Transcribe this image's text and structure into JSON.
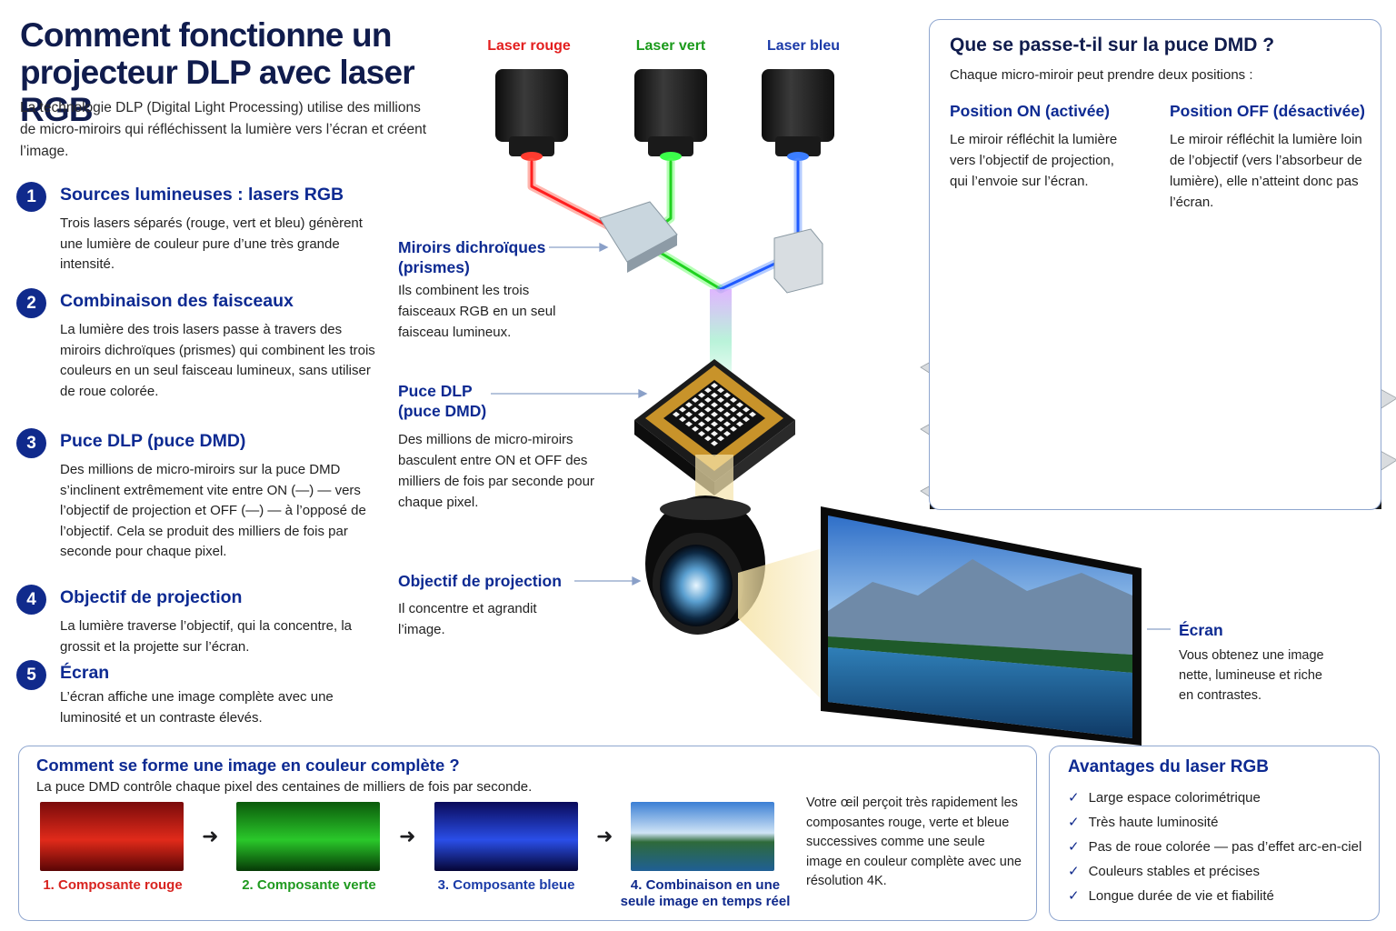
{
  "title": "Comment fonctionne un projecteur DLP avec laser RGB",
  "intro": "La technologie DLP (Digital Light Processing) utilise des millions de micro-miroirs qui réfléchissent la lumière vers l’écran et créent l’image.",
  "steps": [
    {
      "num": "1",
      "title": "Sources lumineuses : lasers RGB",
      "desc": "Trois lasers séparés (rouge, vert et bleu) génèrent une lumière de couleur pure d’une très grande intensité."
    },
    {
      "num": "2",
      "title": "Combinaison des faisceaux",
      "desc": "La lumière des trois lasers passe à travers des miroirs dichroïques (prismes) qui combinent les trois couleurs en un seul faisceau lumineux, sans utiliser de roue colorée."
    },
    {
      "num": "3",
      "title": "Puce DLP (puce DMD)",
      "desc": "Des millions de micro-miroirs sur la puce DMD s’inclinent extrêmement vite entre ON (—) — vers l’objectif de projection et OFF (—) — à l’opposé de l’objectif. Cela se produit des milliers de fois par seconde pour chaque pixel."
    },
    {
      "num": "4",
      "title": "Objectif de projection",
      "desc": "La lumière traverse l’objectif, qui la concentre, la grossit et la projette sur l’écran."
    },
    {
      "num": "5",
      "title": "Écran",
      "desc": "L’écran affiche une image complète avec une luminosité et un contraste élevés."
    }
  ],
  "lasers": {
    "red": "Laser rouge",
    "green": "Laser vert",
    "blue": "Laser bleu"
  },
  "diagram": {
    "mirrors_title": "Miroirs dichroïques (prismes)",
    "mirrors_desc": "Ils combinent les trois faisceaux RGB en un seul faisceau lumineux.",
    "chip_title": "Puce DLP (puce DMD)",
    "chip_desc": "Des millions de micro-miroirs basculent entre ON et OFF des milliers de fois par seconde pour chaque pixel.",
    "lens_title": "Objectif de projection",
    "lens_desc": "Il concentre et agrandit l’image.",
    "screen_title": "Écran",
    "screen_desc": "Vous obtenez une image nette, lumineuse et riche en contrastes."
  },
  "dmd": {
    "title": "Que se passe-t-il sur la puce DMD ?",
    "subtitle": "Chaque micro-miroir peut prendre deux positions :",
    "on_title": "Position ON (activée)",
    "on_desc": "Le miroir réfléchit la lumière vers l’objectif de projection, qui l’envoie sur l’écran.",
    "off_title": "Position OFF (désactivée)",
    "off_desc": "Le miroir réfléchit la lumière loin de l’objectif (vers l’absorbeur de lumière), elle n’atteint donc pas l’écran."
  },
  "color": {
    "title": "Comment se forme une image en couleur complète ?",
    "subtitle": "La puce DMD contrôle chaque pixel des centaines de milliers de fois par seconde.",
    "steps": [
      {
        "label": "1. Composante rouge",
        "color": "#d8231f"
      },
      {
        "label": "2. Composante verte",
        "color": "#1f9a1f"
      },
      {
        "label": "3. Composante bleue",
        "color": "#1b3ca8"
      },
      {
        "label": "4. Combinaison en une seule image en temps réel",
        "color": "#102a8c"
      }
    ],
    "eye_text": "Votre œil perçoit très rapidement les composantes rouge, verte et bleue successives comme une seule image en couleur complète avec une résolution 4K."
  },
  "advantages": {
    "title": "Avantages du laser RGB",
    "items": [
      "Large espace colorimétrique",
      "Très haute luminosité",
      "Pas de roue colorée — pas d’effet arc-en-ciel",
      "Couleurs stables et précises",
      "Longue durée de vie et fiabilité"
    ]
  }
}
